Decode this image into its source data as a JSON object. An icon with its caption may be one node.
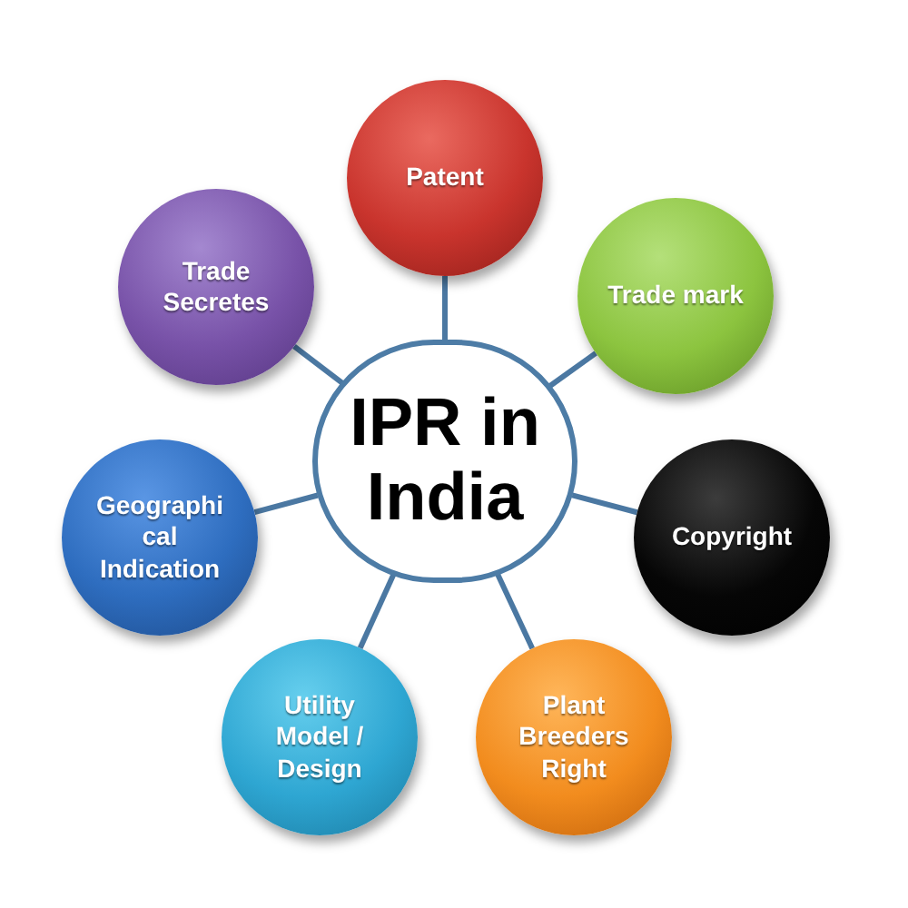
{
  "diagram": {
    "nodes": [
      {
        "text": [
          "IPR in India"
        ]
      },
      {
        "text": [
          "Patent"
        ]
      },
      {
        "text": [
          "Trade mark"
        ]
      },
      {
        "text": [
          "Copyright"
        ]
      },
      {
        "text": [
          "Plant Breeders Right"
        ]
      },
      {
        "text": [
          "Utility Model / Design"
        ]
      },
      {
        "text": [
          "Geographi cal Indication"
        ]
      },
      {
        "text": [
          "Trade Secretes"
        ]
      }
    ],
    "edges": [
      {
        "from": 0,
        "to": 1,
        "arrow": "none"
      },
      {
        "from": 0,
        "to": 2,
        "arrow": "none"
      },
      {
        "from": 0,
        "to": 3,
        "arrow": "none"
      },
      {
        "from": 0,
        "to": 4,
        "arrow": "none"
      },
      {
        "from": 0,
        "to": 5,
        "arrow": "none"
      },
      {
        "from": 0,
        "to": 6,
        "arrow": "none"
      },
      {
        "from": 0,
        "to": 7,
        "arrow": "none"
      }
    ]
  }
}
